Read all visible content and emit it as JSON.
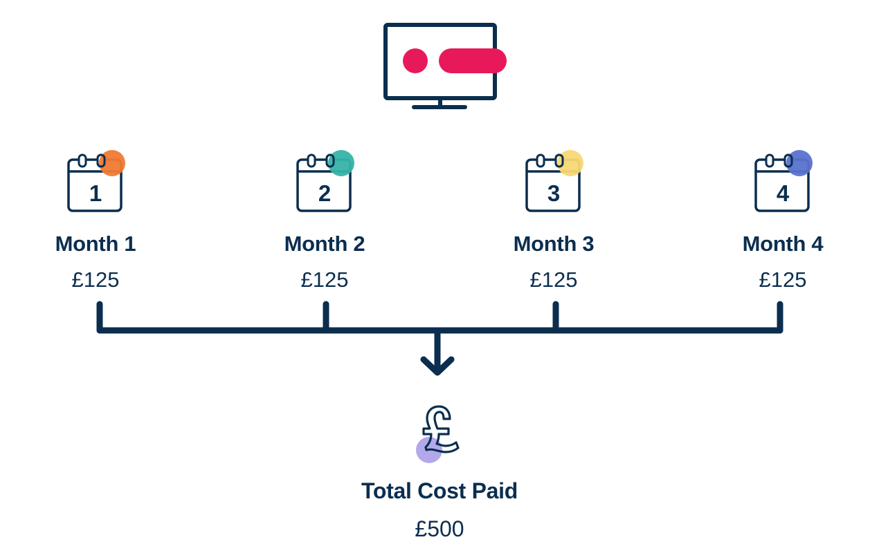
{
  "colors": {
    "navy": "#0b2e4f",
    "brand_pink": "#e8195a",
    "month_dots": [
      "#f07a32",
      "#36b3a6",
      "#f8d775",
      "#5a72cf"
    ],
    "total_dot": "#b3a8ea"
  },
  "header_icon": "monitor-icon",
  "months": [
    {
      "number": "1",
      "label": "Month 1",
      "amount": "£125",
      "dot_color": "#f07a32",
      "icon": "calendar-icon"
    },
    {
      "number": "2",
      "label": "Month 2",
      "amount": "£125",
      "dot_color": "#36b3a6",
      "icon": "calendar-icon"
    },
    {
      "number": "3",
      "label": "Month 3",
      "amount": "£125",
      "dot_color": "#f8d775",
      "icon": "calendar-icon"
    },
    {
      "number": "4",
      "label": "Month 4",
      "amount": "£125",
      "dot_color": "#5a72cf",
      "icon": "calendar-icon"
    }
  ],
  "total": {
    "icon": "pound-coin-icon",
    "label": "Total Cost Paid",
    "amount": "£500"
  }
}
